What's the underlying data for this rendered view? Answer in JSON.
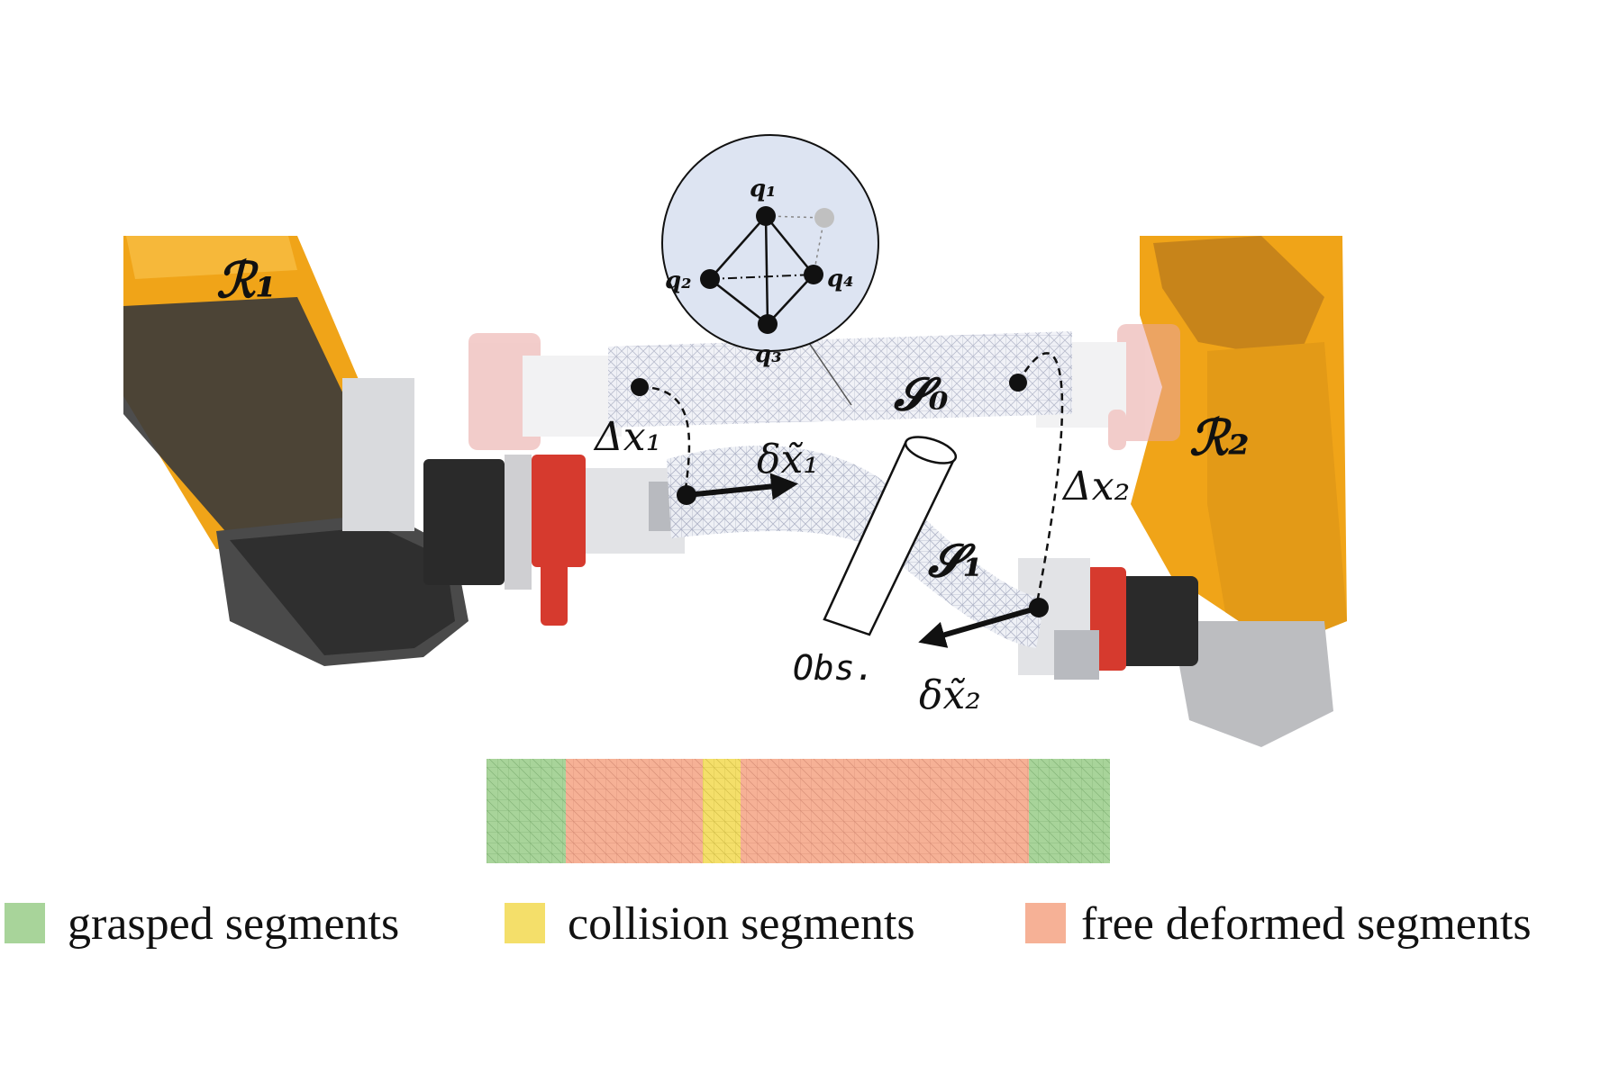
{
  "labels": {
    "robot_1": "ℛ₁",
    "robot_2": "ℛ₂",
    "object_initial": "𝓢₀",
    "object_deformed": "𝓢₁",
    "disp_1": "Δx₁",
    "disp_2": "Δx₂",
    "delta_1": "δx̃₁",
    "delta_2": "δx̃₂",
    "obstacle": "Obs."
  },
  "tetrahedron": {
    "q1": "q₁",
    "q2": "q₂",
    "q3": "q₃",
    "q4": "q₄"
  },
  "legend": {
    "grasped": "grasped segments",
    "collision": "collision segments",
    "free": "free deformed segments"
  },
  "colors": {
    "robot_orange": "#f0a418",
    "robot_dark": "#3a3a3a",
    "gripper_red": "#d63a2e",
    "grasped_green": "#a8d49a",
    "collision_yellow": "#f4df6a",
    "free_salmon": "#f6b196",
    "inset_bg": "#dde4f2",
    "mesh_gray": "#c9ccd8"
  }
}
